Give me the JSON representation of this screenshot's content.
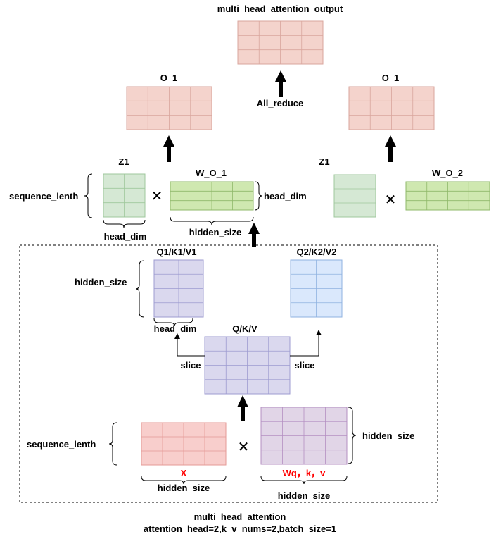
{
  "colors": {
    "output": "#f4d3cc",
    "weight_o": "#cfe8b0",
    "z": "#d5e8d4",
    "qkv": "#dad8ee",
    "qkv2": "#dae8fc",
    "x": "#f8cecc",
    "wqkv": "#e1d5e7",
    "output_grid": "#c9a39c",
    "arrow": "#000000",
    "red_text": "#ff0000"
  },
  "labels": {
    "output_title": "multi_head_attention_output",
    "o1_left": "O_1",
    "o1_right": "O_1",
    "all_reduce": "All_reduce",
    "z1_left": "Z1",
    "z1_right": "Z1",
    "wo1": "W_O_1",
    "wo2": "W_O_2",
    "seq_len_top": "sequence_lenth",
    "head_dim_right": "head_dim",
    "head_dim_bottom": "head_dim",
    "hidden_size_wo": "hidden_size",
    "q1k1v1": "Q1/K1/V1",
    "q2k2v2": "Q2/K2/V2",
    "hidden_size_q1": "hidden_size",
    "head_dim_q1": "head_dim",
    "qkv": "Q/K/V",
    "slice_left": "slice",
    "slice_right": "slice",
    "seq_len_x": "sequence_lenth",
    "x": "X",
    "hidden_size_x": "hidden_size",
    "wqkv": "Wq，k，v",
    "hidden_size_w": "hidden_size",
    "hidden_size_w_right": "hidden_size",
    "multiply": "✕"
  },
  "footer": {
    "line1": "multi_head_attention",
    "line2": "attention_head=2,k_v_nums=2,batch_size=1"
  }
}
